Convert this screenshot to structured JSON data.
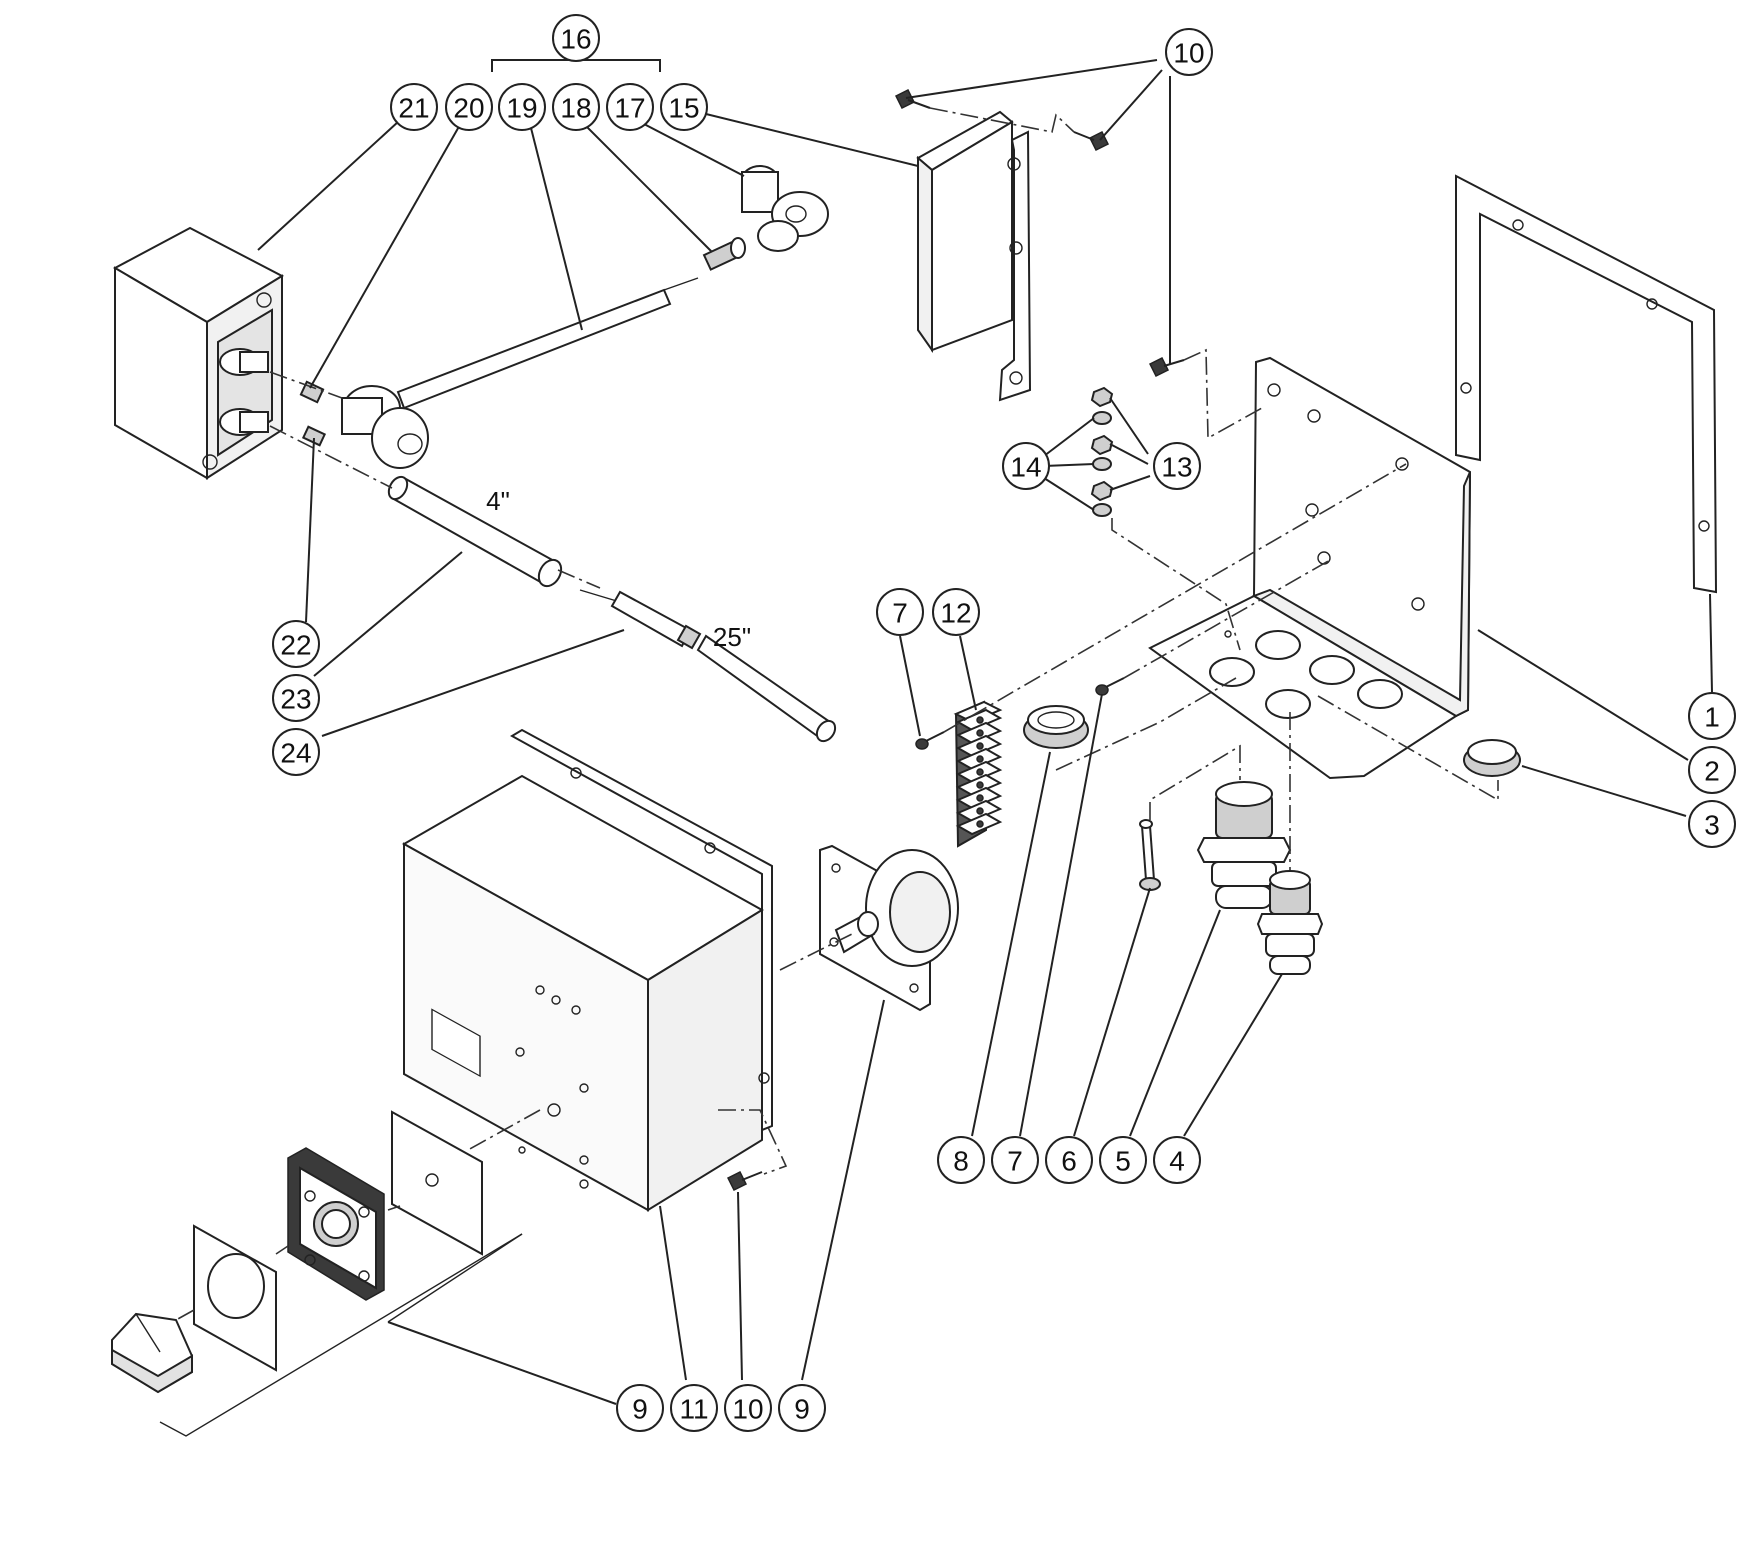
{
  "balloons": {
    "b16": "16",
    "b21": "21",
    "b20": "20",
    "b19": "19",
    "b18": "18",
    "b17": "17",
    "b15": "15",
    "b10_top": "10",
    "b14": "14",
    "b13": "13",
    "b1": "1",
    "b2": "2",
    "b3": "3",
    "b7_upper": "7",
    "b12": "12",
    "b22": "22",
    "b23": "23",
    "b24": "24",
    "b8": "8",
    "b7_lower": "7",
    "b6": "6",
    "b5": "5",
    "b4": "4",
    "b9_left": "9",
    "b11": "11",
    "b10_bottom": "10",
    "b9_right": "9"
  },
  "dimensions": {
    "tube_4in": "4\"",
    "tube_25in": "25\""
  }
}
